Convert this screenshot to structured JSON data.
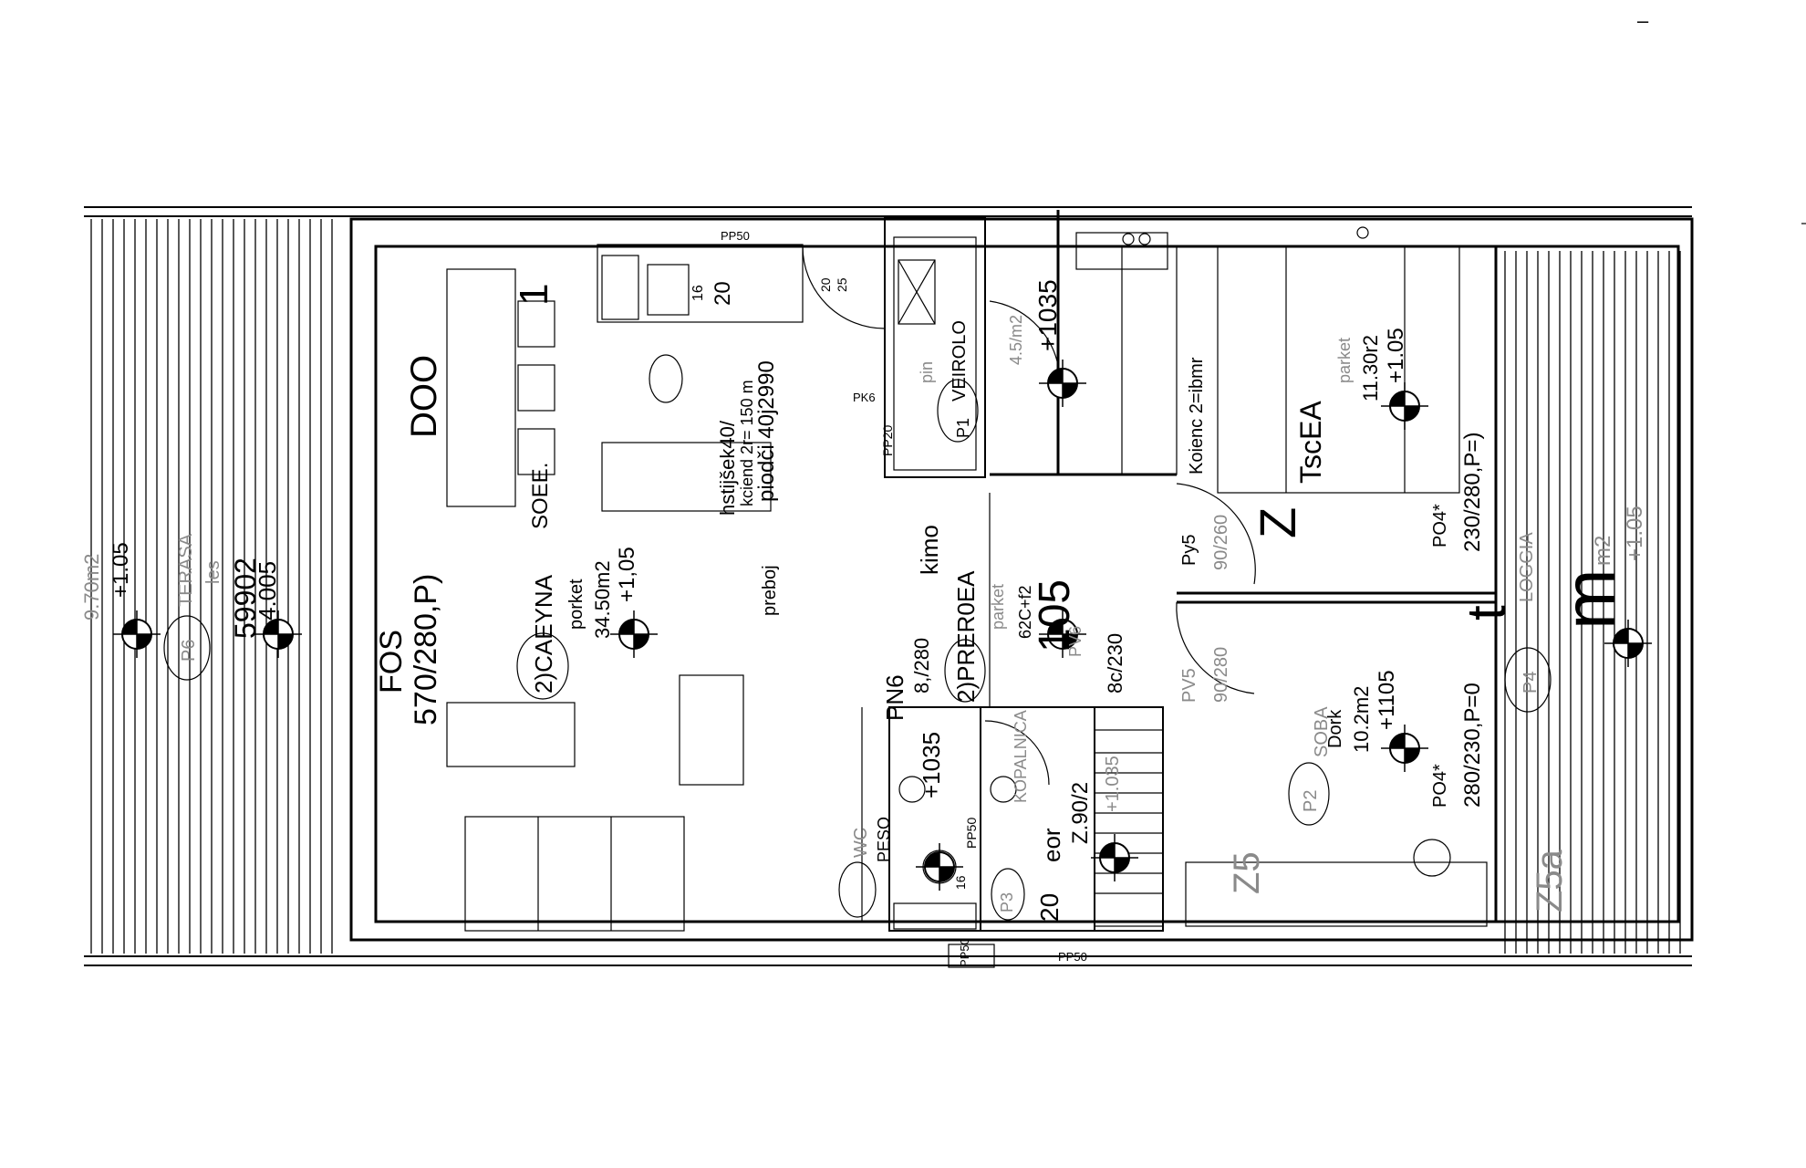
{
  "title": "",
  "colors": {
    "ink": "#000000",
    "paper": "#ffffff",
    "faint": "#8a8a8a"
  },
  "labels": {
    "terrace_left_area": "9.70m2",
    "terrace_left_level": "+1.05",
    "terrace_left_code": "59902",
    "terrace_left_level2": "4.005",
    "terrace_left_name": "TERASA",
    "terrace_left_floor": "les",
    "terrace_left_tag": "P6",
    "living_window_1": "FOS",
    "living_window_2": "570/280,P)",
    "living_tag": "2)CAEYNA",
    "living_floor": "porket",
    "living_area": "34.50m2",
    "living_level": "+1,05",
    "living_sofa": "SOEE.",
    "living_door": "DOO",
    "living_one": "1",
    "kitchen_1": "hstijšek40/",
    "kitchen_2": "kciend  2r= 150  m",
    "kitchen_3": "piodči  40j2990",
    "kitchen_4": "preboj",
    "kitchen_16": "16",
    "kitchen_20": "20",
    "pp50_top": "PP50",
    "door_20": "20",
    "door_25": "25",
    "pk6": "PK6",
    "pp20": "PP20",
    "pin": "pin",
    "veirolo": "VEIROLO",
    "p1": "P1",
    "area_45": "4.5/m2",
    "level_1035_top": "+1035",
    "hall_kimo": "kimo",
    "hall_tag": "2)PRER0EA",
    "hall_8": "8,/280",
    "hall_pn6": "PN6",
    "hall_62c": "62C+f2",
    "hall_105": "105",
    "hall_8c": "8c/230",
    "hall_pv6": "PV6",
    "hall_parket": "parket",
    "py5": "Py5",
    "d90_260": "90/260",
    "pv5": "PV5",
    "d90_280": "90/280",
    "big_z": "Z",
    "koienc": "Koienc  2=ibmr",
    "bedroom_tag": "TscEA",
    "bedroom_area": "11.30r2",
    "bedroom_level": "+1.05",
    "bedroom_floor": "parket",
    "po4_top": "PO4*",
    "window_top": "230/280,P=)",
    "big_t": "t",
    "big_m": "m",
    "terrace_right_area": "m2",
    "terrace_right_level": "+1.05",
    "terrace_right_name": "LOGGIA",
    "terrace_right_tag": "P4",
    "soba": "SOBA",
    "dork": "Dork",
    "room2_area": "10.2m2",
    "room2_level": "+1105",
    "po4_bot": "PO4*",
    "window_bot": "280/230,P=0",
    "p2": "P2",
    "z5_left": "Z5",
    "z5_right": "Z5a",
    "bath_peso": "PESO",
    "bath_level": "+1035",
    "bath_pp50": "PP50",
    "bath_wc": "WC",
    "bath_16": "16",
    "bath_p3": "P3",
    "bath_kopalnica": "KOPALNICA",
    "bath_20": "20",
    "bath_eor": "eor",
    "bath_z90": "Z.90/2",
    "bath_level2": "+1.035",
    "pp50_bot1": "PP50",
    "pp50_bot2": "PP50",
    "dash_top": "–",
    "dash_right": "–"
  }
}
